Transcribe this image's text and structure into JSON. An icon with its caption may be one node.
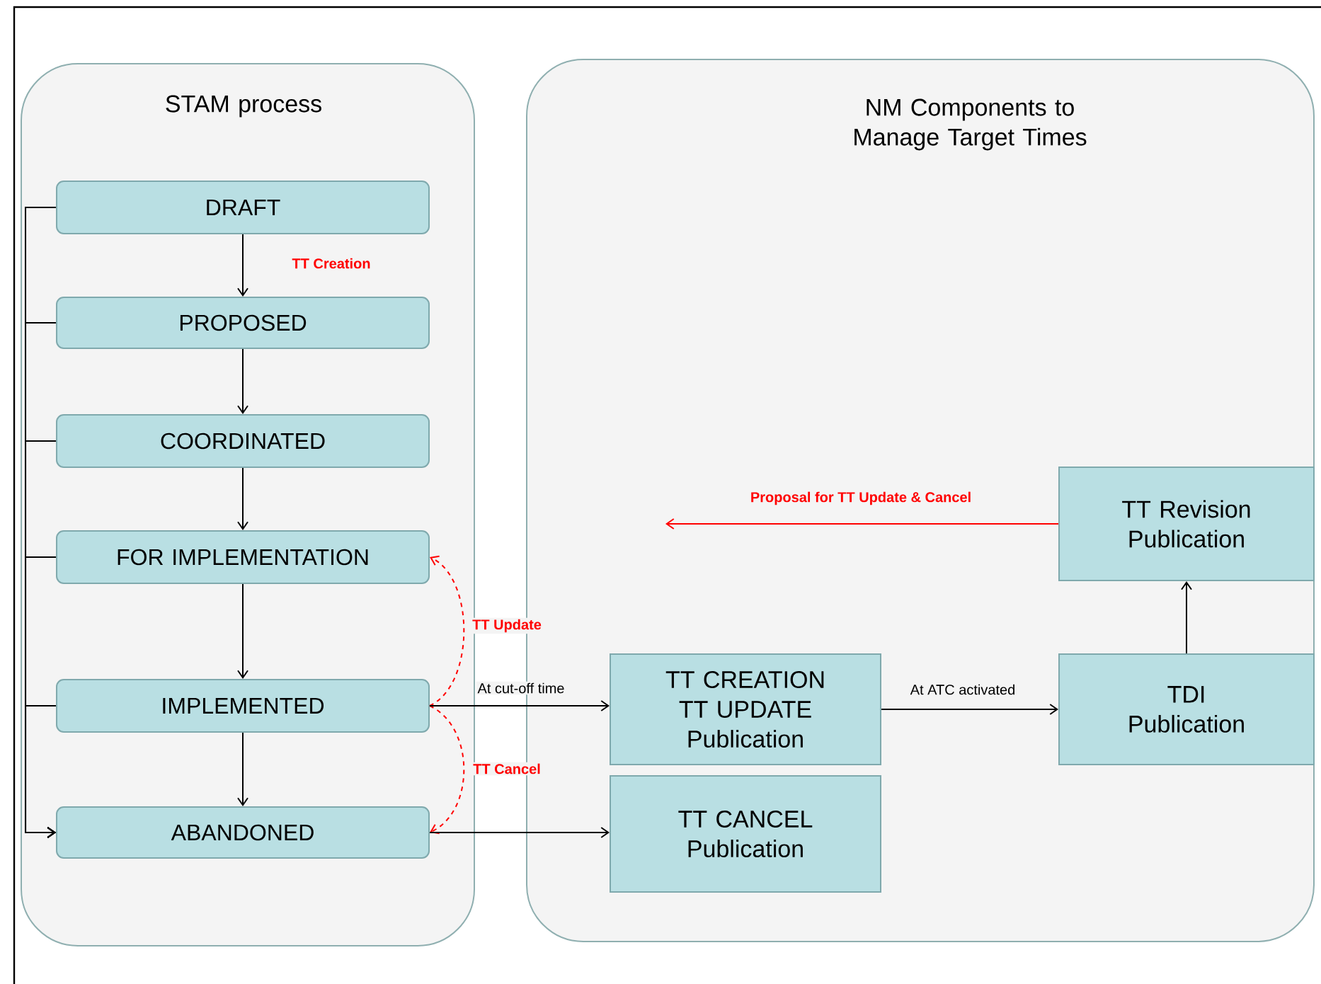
{
  "diagram": {
    "nodes": [
      {
        "text": [
          "STAM process"
        ]
      },
      {
        "text": [
          "NM Components to Manage Target Times"
        ]
      },
      {
        "text": [
          "DRAFT"
        ],
        "in": 0
      },
      {
        "text": [
          "PROPOSED"
        ],
        "in": 0
      },
      {
        "text": [
          "COORDINATED"
        ],
        "in": 0
      },
      {
        "text": [
          "FOR IMPLEMENTATION"
        ],
        "in": 0
      },
      {
        "text": [
          "IMPLEMENTED"
        ],
        "in": 0
      },
      {
        "text": [
          "ABANDONED"
        ],
        "in": 0
      },
      {
        "text": [
          "TT CREATION TT UPDATE Publication"
        ],
        "in": 1
      },
      {
        "text": [
          "TT CANCEL Publication"
        ],
        "in": 1
      },
      {
        "text": [
          "TDI Publication"
        ],
        "in": 1
      },
      {
        "text": [
          "TT Revision Publication"
        ],
        "in": 1
      }
    ],
    "edges": [
      {
        "from": 2,
        "to": 3,
        "arrow": "to",
        "label": "TT Creation"
      },
      {
        "from": 3,
        "to": 4,
        "arrow": "to"
      },
      {
        "from": 4,
        "to": 5,
        "arrow": "to"
      },
      {
        "from": 5,
        "to": 6,
        "arrow": "to"
      },
      {
        "from": 6,
        "to": 7,
        "arrow": "to"
      },
      {
        "from": 6,
        "to": 5,
        "arrow": "to",
        "label": "TT Update",
        "style": "dashed",
        "color": "#ff0000"
      },
      {
        "from": 6,
        "to": 7,
        "arrow": "to",
        "label": "TT Cancel",
        "style": "dashed",
        "color": "#ff0000"
      },
      {
        "from": 6,
        "to": 8,
        "arrow": "to",
        "label": "At cut-off time"
      },
      {
        "from": 7,
        "to": 9,
        "arrow": "to"
      },
      {
        "from": 8,
        "to": 10,
        "arrow": "to",
        "label": "At ATC activated"
      },
      {
        "from": 10,
        "to": 11,
        "arrow": "to"
      },
      {
        "from": 11,
        "to": null,
        "arrow": "to",
        "label": "Proposal for TT Update & Cancel",
        "color": "#ff0000"
      },
      {
        "from": 2,
        "to": 7,
        "arrow": "to"
      },
      {
        "from": 3,
        "to": 7,
        "arrow": "to"
      },
      {
        "from": 4,
        "to": 7,
        "arrow": "to"
      },
      {
        "from": 5,
        "to": 7,
        "arrow": "to"
      },
      {
        "from": 6,
        "to": 7,
        "arrow": "to"
      }
    ]
  }
}
